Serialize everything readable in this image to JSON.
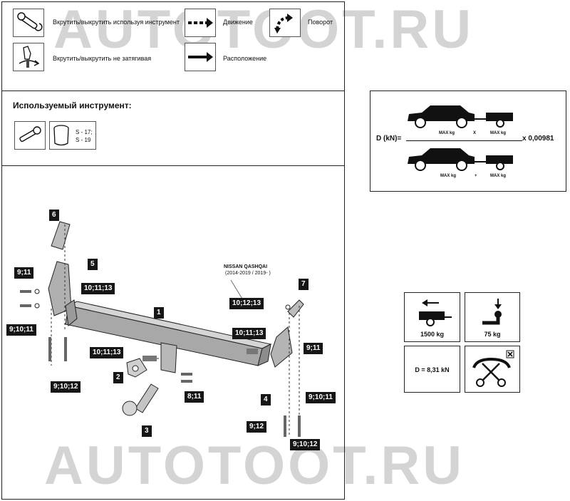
{
  "watermark": {
    "top": "AUTOTOOT.RU",
    "bottom": "AUTOTOOT.RU"
  },
  "legend": {
    "screw_tool": "Вкрутить/выкрутить используя инструмент",
    "screw_hand": "Вкрутить/выкрутить не затягивая",
    "movement": "Движение",
    "position": "Расположение",
    "rotation": "Поворот"
  },
  "tools": {
    "heading": "Используемый инструмент:",
    "socket_sizes": [
      "S - 17;",
      "S - 19"
    ]
  },
  "formula": {
    "lhs": "D (kN)=",
    "multiplier": "x 0,00981",
    "numerator": {
      "car_label": "MAX kg",
      "op": "X",
      "trailer_label": "MAX kg"
    },
    "denominator": {
      "car_label": "MAX kg",
      "op": "+",
      "trailer_label": "MAX kg"
    }
  },
  "specs": {
    "towing_capacity": "1500 kg",
    "vertical_load": "75 kg",
    "d_value": "D = 8,31 kN"
  },
  "vehicle": {
    "model": "NISSAN QASHQAI",
    "years": "(2014-2019 / 2019- )"
  },
  "callouts": {
    "c1": "1",
    "c2": "2",
    "c3": "3",
    "c4": "4",
    "c5": "5",
    "c6": "6",
    "c7": "7",
    "hw_9_11_left": "9;11",
    "hw_9_10_11_left": "9;10;11",
    "hw_9_10_12_left": "9;10;12",
    "hw_10_11_13_top": "10;11;13",
    "hw_10_11_13_mid": "10;11;13",
    "hw_10_11_13_right": "10;11;13",
    "hw_10_12_13": "10;12;13",
    "hw_8_11": "8;11",
    "hw_9_11_right": "9;11",
    "hw_9_10_11_right": "9;10;11",
    "hw_9_12": "9;12",
    "hw_9_10_12_right": "9;10;12"
  }
}
